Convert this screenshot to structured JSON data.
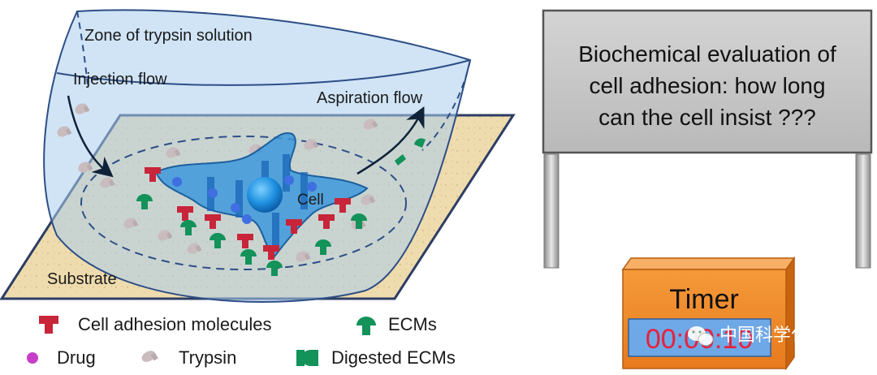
{
  "diagram": {
    "labels": {
      "zone": "Zone of trypsin solution",
      "injection": "Injection flow",
      "aspiration": "Aspiration flow",
      "cell": "Cell",
      "substrate": "Substrate"
    },
    "legend": {
      "cam": "Cell adhesion molecules",
      "ecm": "ECMs",
      "drug": "Drug",
      "trypsin": "Trypsin",
      "digested": "Digested ECMs"
    },
    "colors": {
      "substrate": "#efdcae",
      "trypsin_zone": "#a9cdee",
      "cell": "#3d98dc",
      "cam": "#c8253a",
      "ecm": "#13925a",
      "drug": "#c63ec8",
      "trypsin": "#c9bcbf"
    }
  },
  "sign": {
    "lines": [
      "Biochemical evaluation of",
      "cell adhesion: how long",
      "can the cell insist ???"
    ]
  },
  "timer": {
    "title": "Timer",
    "digits": "00:00:10"
  },
  "watermark": {
    "icon": "wechat-icon",
    "text": "中国科学化学"
  }
}
